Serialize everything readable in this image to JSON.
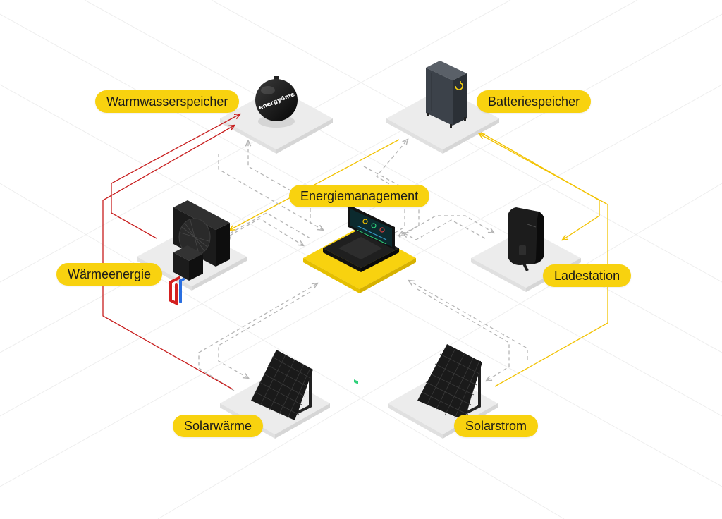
{
  "labels": {
    "warmwasserspeicher": "Warmwasserspeicher",
    "batteriespeicher": "Batteriespeicher",
    "energiemanagement": "Energiemanagement",
    "waermeenergie": "Wärmeenergie",
    "ladestation": "Ladestation",
    "solarwaerme": "Solarwärme",
    "solarstrom": "Solarstrom"
  },
  "tank_logo": "energy4me",
  "colors": {
    "label_bg": "#f8d20f",
    "heat_line": "#c81e1e",
    "power_line": "#f2c200",
    "data_line": "#b5b5b5",
    "platform": "#ececec",
    "device": "#1c1c1c",
    "hot_pipe": "#d42020",
    "cold_pipe": "#2a6fe0"
  }
}
